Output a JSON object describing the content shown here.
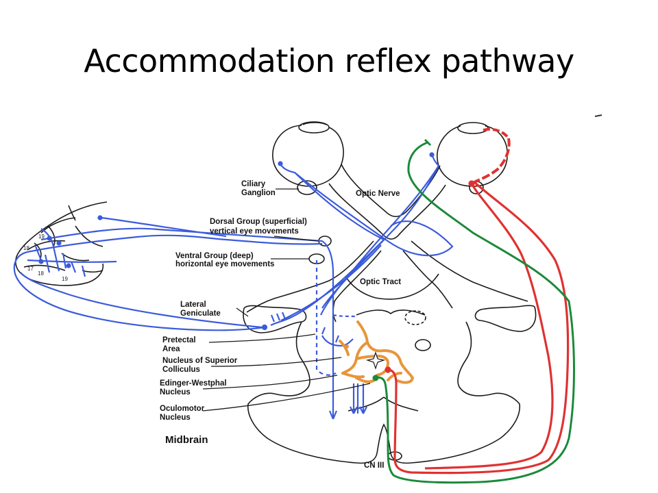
{
  "slide": {
    "title": "Accommodation reflex pathway"
  },
  "diagram": {
    "labels": {
      "ciliary_1": "Ciliary",
      "ciliary_2": "Ganglion",
      "optic_nerve": "Optic Nerve",
      "dorsal_1": "Dorsal Group (superficial)",
      "dorsal_2": "vertical eye movements",
      "ventral_1": "Ventral Group (deep)",
      "ventral_2": "horizontal eye movements",
      "optic_tract": "Optic Tract",
      "lgn_1": "Lateral",
      "lgn_2": "Geniculate",
      "pretectal_1": "Pretectal",
      "pretectal_2": "Area",
      "superior_1": "Nucleus of Superior",
      "superior_2": "Colliculus",
      "ew_1": "Edinger-Westphal",
      "ew_2": "Nucleus",
      "oculomotor_1": "Oculomotor",
      "oculomotor_2": "Nucleus",
      "midbrain": "Midbrain",
      "cn3": "CN III"
    },
    "cortex_area_numbers": {
      "a19_top": "19",
      "a18_top": "18",
      "a17": "17",
      "a18_bottom": "18",
      "a19_bottom": "19"
    },
    "colors": {
      "visual_pathway": "#3b5bdb",
      "parasympathetic_efferent": "#e03131",
      "efferent_green": "#1b8a3a",
      "pretectal_circuit": "#e8953a",
      "outline": "#1a1a1a"
    }
  }
}
